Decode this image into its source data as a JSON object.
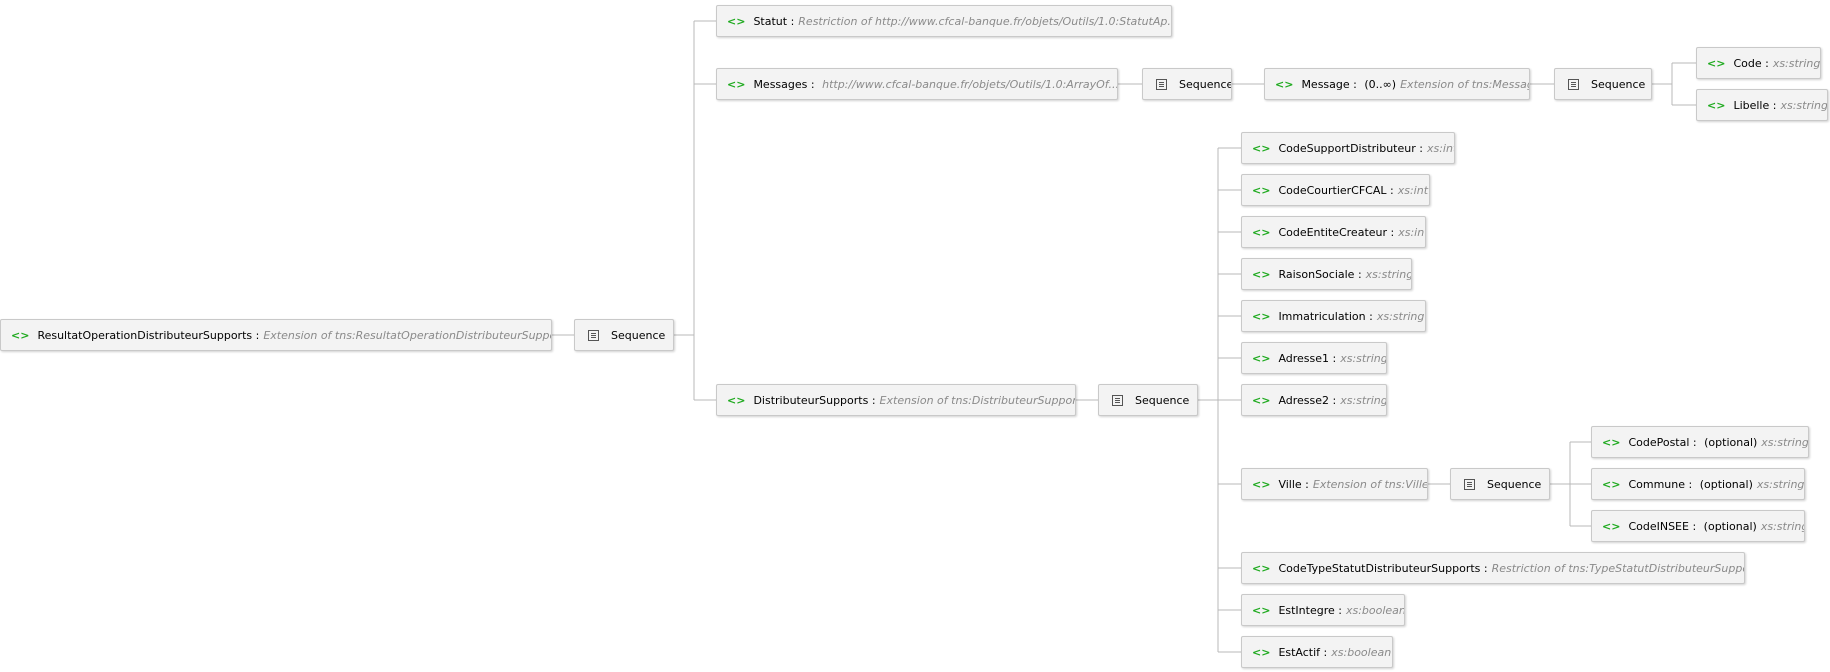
{
  "sequence_label": "Sequence",
  "elements": {
    "root": {
      "name": "ResultatOperationDistributeurSupports",
      "type": "Extension of tns:ResultatOperationDistributeurSupports"
    },
    "statut": {
      "name": "Statut",
      "type": "Restriction of http://www.cfcal-banque.fr/objets/Outils/1.0:StatutAp..."
    },
    "messages": {
      "name": "Messages",
      "type": "http://www.cfcal-banque.fr/objets/Outils/1.0:ArrayOf..."
    },
    "message": {
      "name": "Message",
      "cardinality": "(0..∞)",
      "type": "Extension of tns:Message"
    },
    "code": {
      "name": "Code",
      "type": "xs:string"
    },
    "libelle": {
      "name": "Libelle",
      "type": "xs:string"
    },
    "distributeur": {
      "name": "DistributeurSupports",
      "type": "Extension of tns:DistributeurSupports"
    },
    "codeSupport": {
      "name": "CodeSupportDistributeur",
      "type": "xs:int"
    },
    "codeCourtier": {
      "name": "CodeCourtierCFCAL",
      "type": "xs:int"
    },
    "codeEntite": {
      "name": "CodeEntiteCreateur",
      "type": "xs:int"
    },
    "raison": {
      "name": "RaisonSociale",
      "type": "xs:string"
    },
    "immat": {
      "name": "Immatriculation",
      "type": "xs:string"
    },
    "adresse1": {
      "name": "Adresse1",
      "type": "xs:string"
    },
    "adresse2": {
      "name": "Adresse2",
      "type": "xs:string"
    },
    "ville": {
      "name": "Ville",
      "type": "Extension of tns:Ville"
    },
    "codePostal": {
      "name": "CodePostal",
      "cardinality": "(optional)",
      "type": "xs:string"
    },
    "commune": {
      "name": "Commune",
      "cardinality": "(optional)",
      "type": "xs:string"
    },
    "codeInsee": {
      "name": "CodeINSEE",
      "cardinality": "(optional)",
      "type": "xs:string"
    },
    "codeType": {
      "name": "CodeTypeStatutDistributeurSupports",
      "type": "Restriction of tns:TypeStatutDistributeurSupports"
    },
    "estIntegre": {
      "name": "EstIntegre",
      "type": "xs:boolean"
    },
    "estActif": {
      "name": "EstActif",
      "type": "xs:boolean"
    }
  },
  "element_icon": "element-icon",
  "sequence_icon": "sequence-icon",
  "colors": {
    "element_icon": "#1faa1f",
    "type_text": "#8a8a8a",
    "node_bg": "#f3f3f3",
    "connector": "#b8b8b8"
  }
}
